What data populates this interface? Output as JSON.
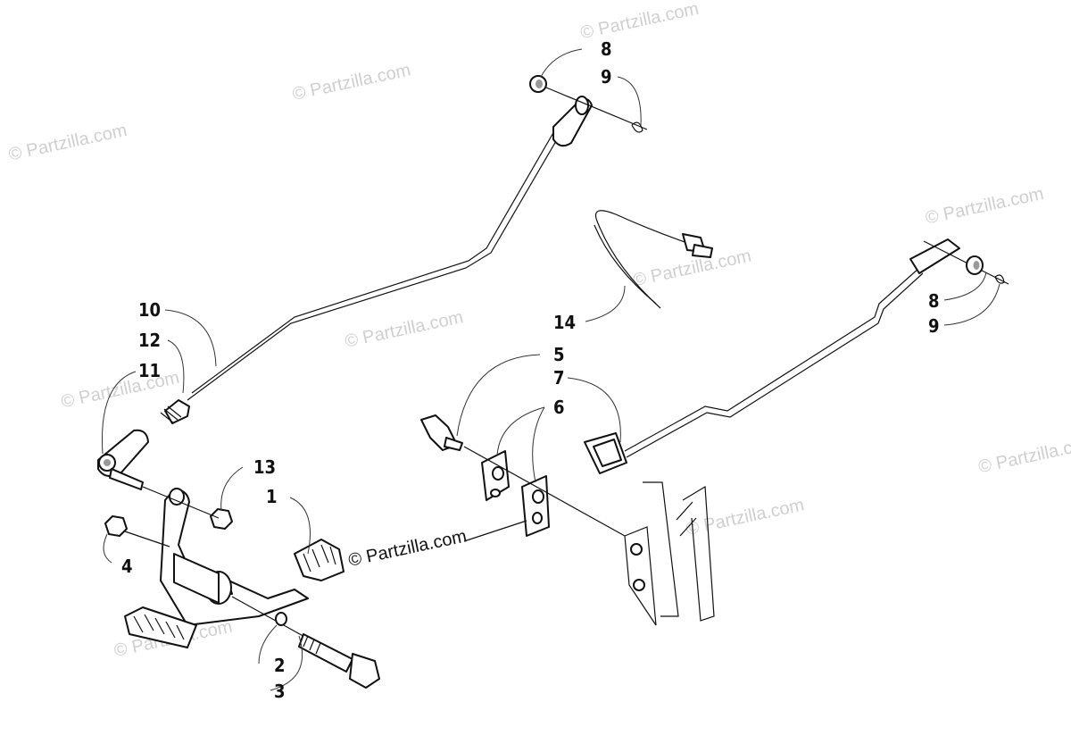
{
  "watermarks": {
    "text": "© Partzilla.com",
    "center_text": "© Partzilla.com"
  },
  "callouts": {
    "c1": "1",
    "c2": "2",
    "c3": "3",
    "c4": "4",
    "c5": "5",
    "c6": "6",
    "c7": "7",
    "c8_top": "8",
    "c9_top": "9",
    "c8_right": "8",
    "c9_right": "9",
    "c10": "10",
    "c11": "11",
    "c12": "12",
    "c13": "13",
    "c14": "14"
  },
  "colors": {
    "line": "#111111",
    "watermark": "#cfcfcf",
    "background": "#ffffff"
  }
}
